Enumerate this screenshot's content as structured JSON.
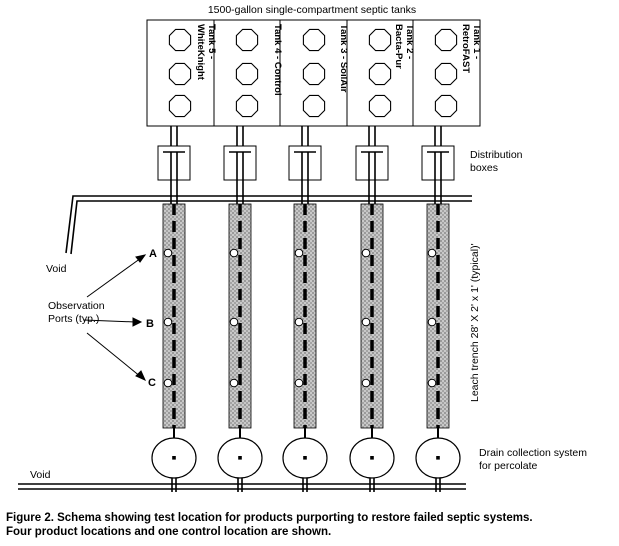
{
  "title": "1500-gallon single-compartment septic tanks",
  "tanks": [
    {
      "lines": [
        "Tank 5 -",
        "WhiteKnight"
      ]
    },
    {
      "lines": [
        "Tank 4 - Control"
      ]
    },
    {
      "lines": [
        "Tank 3 - SoilAir"
      ]
    },
    {
      "lines": [
        "Tank 2 -",
        "Bacta-Pur"
      ]
    },
    {
      "lines": [
        "Tank 1 -",
        "RetroFAST"
      ]
    }
  ],
  "labels": {
    "distribution": [
      "Distribution",
      "boxes"
    ],
    "void_upper": "Void",
    "void_lower": "Void",
    "observation": [
      "Observation",
      "Ports (typ.)"
    ],
    "port_a": "A",
    "port_b": "B",
    "port_c": "C",
    "leach_trench": "Leach trench 28' X 2' x 1' (typical)'",
    "drain": [
      "Drain collection system",
      "for percolate"
    ]
  },
  "caption": [
    "Figure 2.  Schema showing test location for products purporting to restore failed septic systems.",
    "Four product locations and one control location are shown."
  ],
  "colors": {
    "line": "#000000",
    "trench_fill": "#b5b5b5",
    "background": "#ffffff"
  }
}
